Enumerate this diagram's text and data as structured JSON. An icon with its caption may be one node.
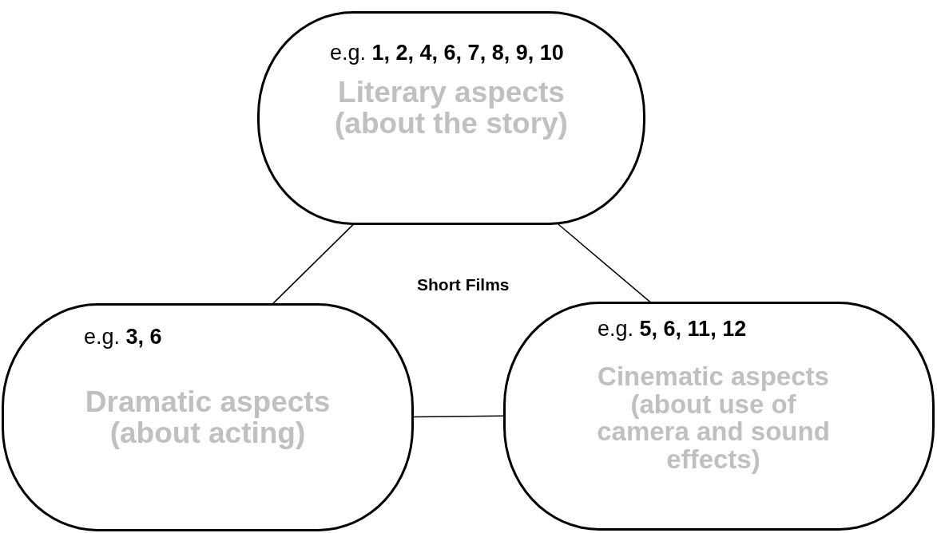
{
  "diagram": {
    "nodes": [
      {
        "text": [
          "e.g. **1, 2, 4, 6, 7, 8, 9, 10**",
          "Literary aspects (about the story)"
        ]
      },
      {
        "text": [
          "e.g. **3, 6**",
          "Dramatic aspects (about acting)"
        ]
      },
      {
        "text": [
          "e.g. **5, 6, 11, 12**",
          "Cinematic aspects (about use of camera and sound effects)"
        ]
      }
    ],
    "edges": [
      {
        "from": 0,
        "to": 1,
        "arrow": "none"
      },
      {
        "from": 0,
        "to": 2,
        "arrow": "none"
      },
      {
        "from": 1,
        "to": 2,
        "arrow": "none"
      }
    ],
    "labels": [
      "Short Films"
    ]
  }
}
